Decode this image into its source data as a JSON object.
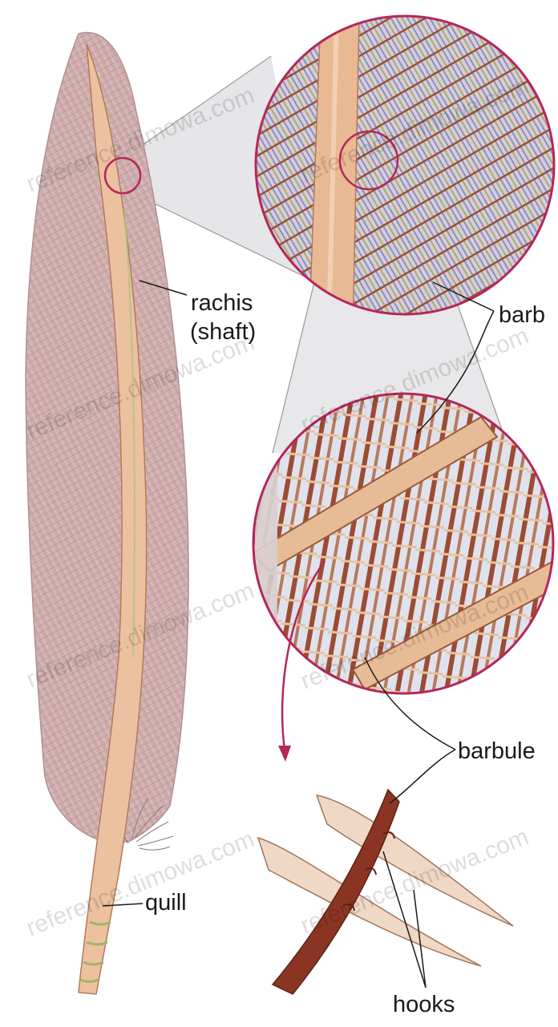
{
  "labels": {
    "rachis_line1": "rachis",
    "rachis_line2": "(shaft)",
    "barb": "barb",
    "barbule": "barbule",
    "quill": "quill",
    "hooks": "hooks"
  },
  "watermark": "reference.dimowa.com",
  "colors": {
    "callout_ring": "#b5275a",
    "zoom_cone": "#e2e2e4",
    "vane": "#c9a7ad",
    "rachis": "#e8b690",
    "barb": "#a0593c",
    "barbule_blue": "#7f95c2",
    "barbule_green": "#9cb36f",
    "hook_shaft": "#8a3524"
  }
}
